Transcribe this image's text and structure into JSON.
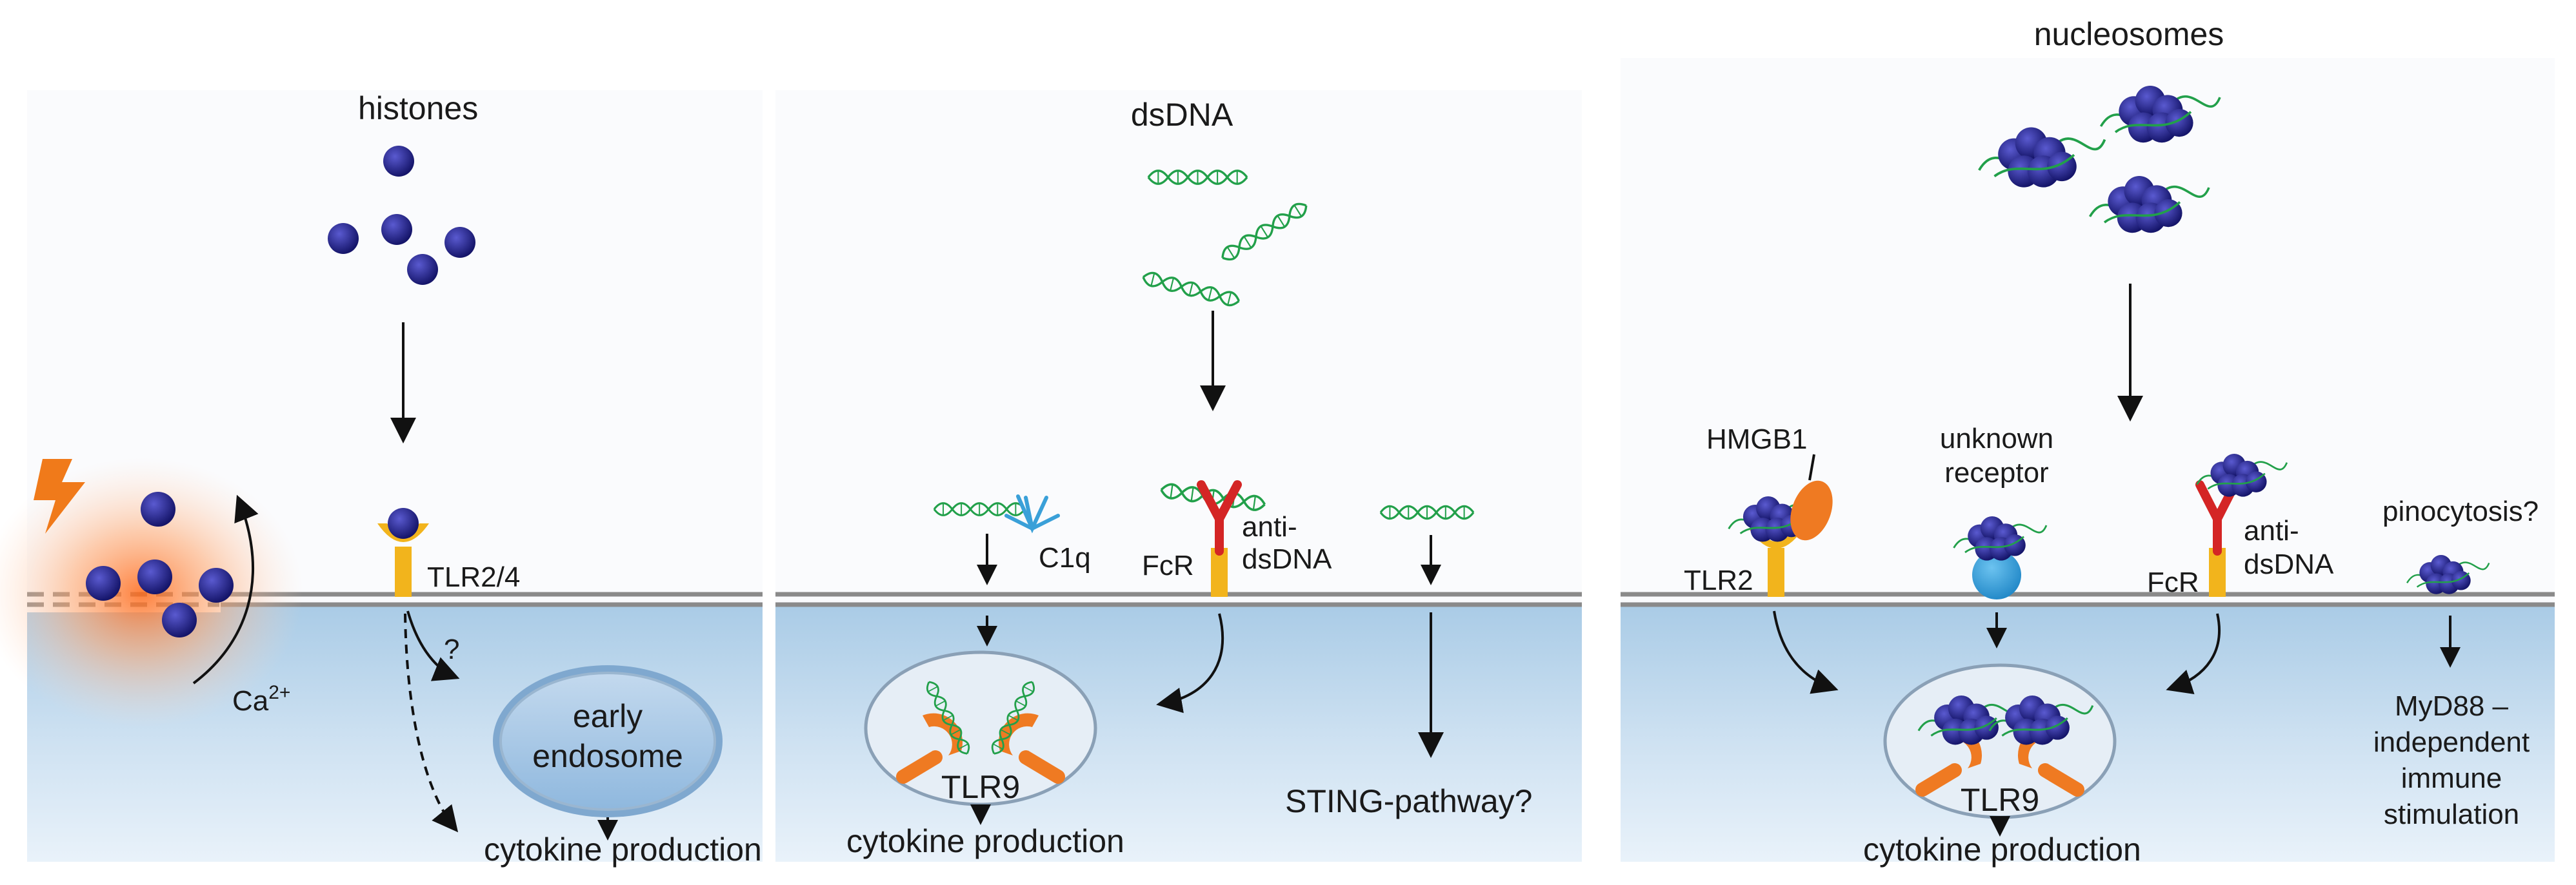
{
  "panel_left": {
    "histones_label": "histones",
    "receptor_label": "TLR2/4",
    "question_label": "?",
    "calcium_base": "Ca",
    "calcium_sup": "2+",
    "endosome_line1": "early",
    "endosome_line2": "endosome",
    "output_label": "cytokine production"
  },
  "panel_middle": {
    "dsdna_label": "dsDNA",
    "c1q_label": "C1q",
    "fcr_label": "FcR",
    "antibody_line1": "anti-",
    "antibody_line2": "dsDNA",
    "tlr9_label": "TLR9",
    "output_label": "cytokine production",
    "sting_label": "STING-pathway?"
  },
  "panel_right": {
    "nucleosomes_label": "nucleosomes",
    "hmgb1_label": "HMGB1",
    "tlr2_label": "TLR2",
    "unknown_line1": "unknown",
    "unknown_line2": "receptor",
    "fcr_label": "FcR",
    "antibody_line1": "anti-",
    "antibody_line2": "dsDNA",
    "pinocytosis_label": "pinocytosis?",
    "tlr9_label": "TLR9",
    "output_label": "cytokine production",
    "myd88_line1": "MyD88 –",
    "myd88_line2": "independent",
    "myd88_line3": "immune",
    "myd88_line4": "stimulation"
  },
  "colors": {
    "histone_blue": "#23238a",
    "receptor_yellow": "#f2b41c",
    "tlr9_orange": "#ef7a22",
    "antibody_red": "#d42525",
    "dna_green": "#22a04a",
    "c1q_blue": "#3aa0d8",
    "unknown_receptor_blue": "#2e9ad8",
    "membrane_gray": "#8a8a8a"
  }
}
